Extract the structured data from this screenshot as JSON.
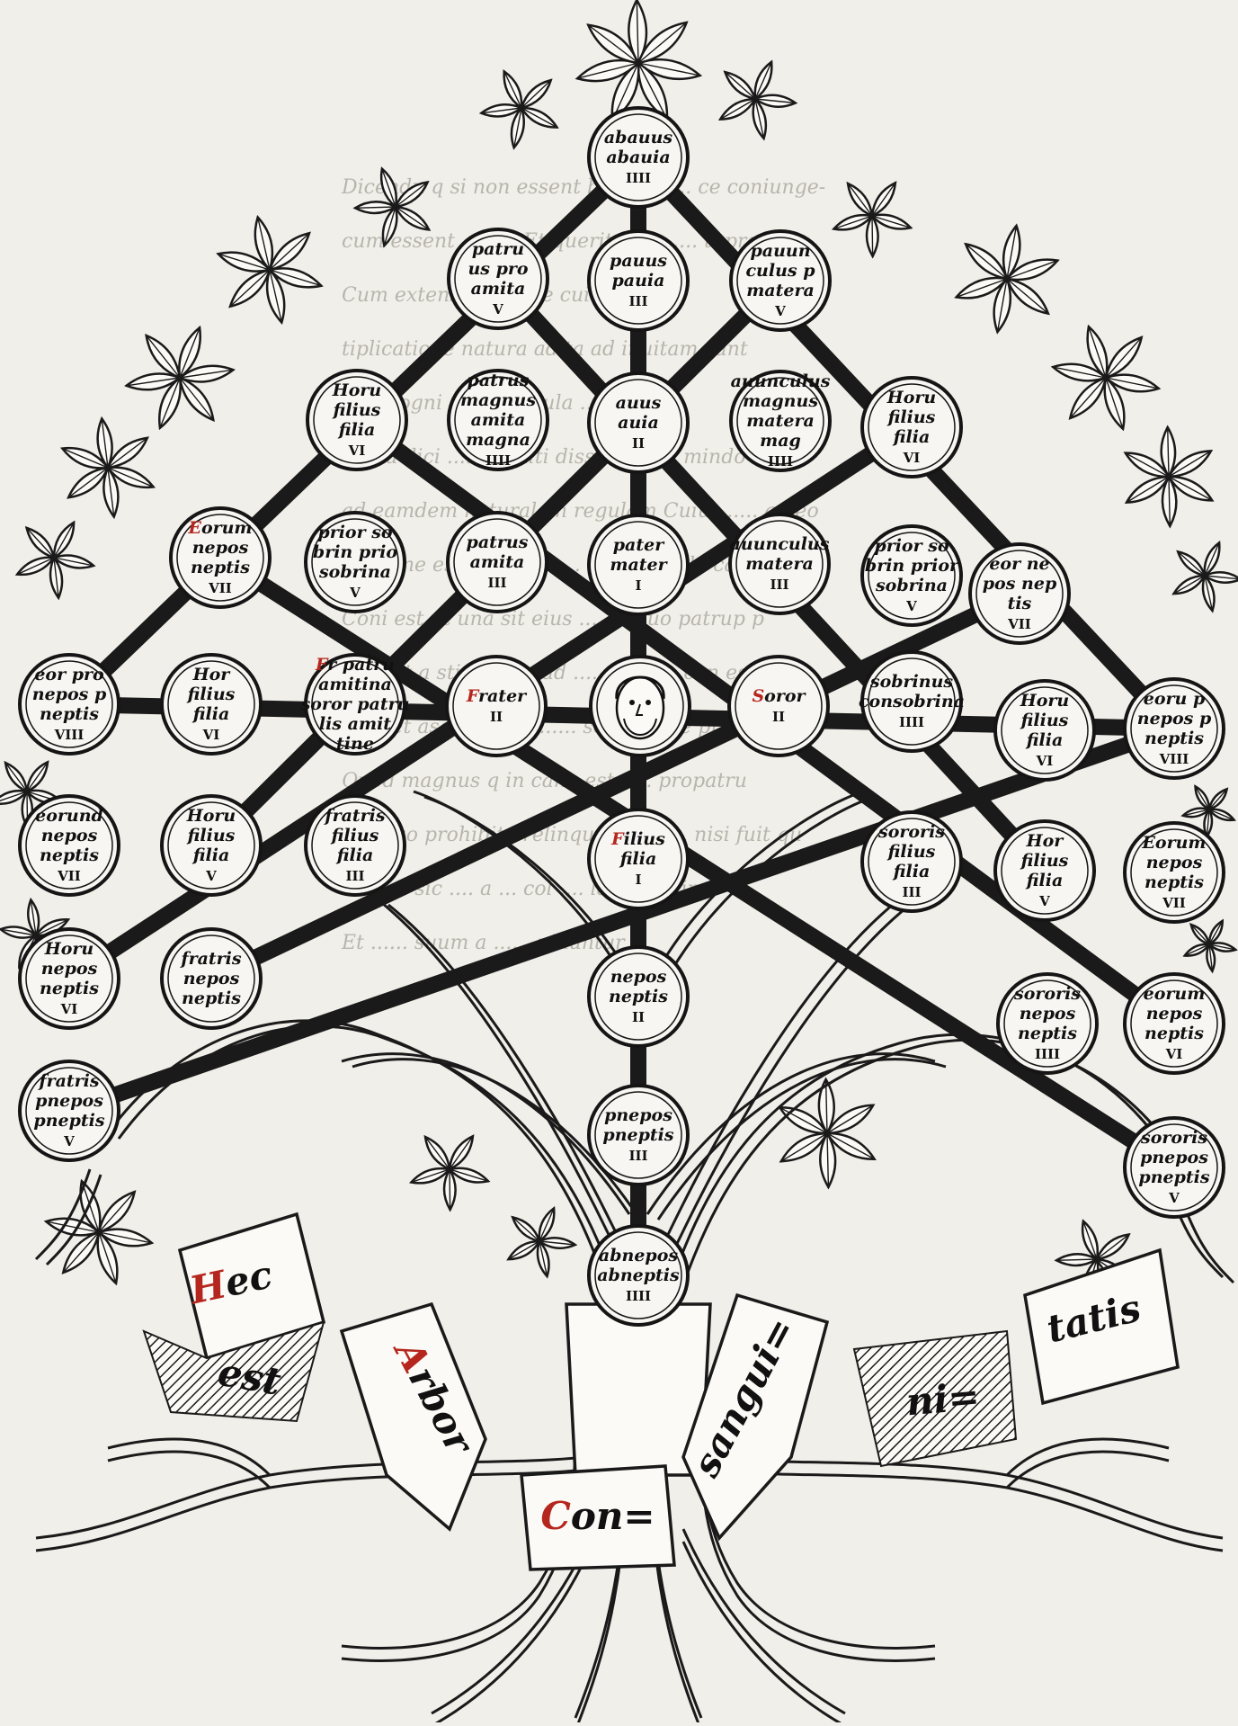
{
  "nodes": [
    {
      "id": "n1",
      "lines": [
        "abauus",
        "abauia"
      ],
      "degree": "IIII"
    },
    {
      "id": "n2",
      "lines": [
        "patru",
        "us pro",
        "amita"
      ],
      "degree": "V"
    },
    {
      "id": "n3",
      "lines": [
        "pauus",
        "pauia"
      ],
      "degree": "III"
    },
    {
      "id": "n4",
      "lines": [
        "pauun",
        "culus p",
        "matera"
      ],
      "degree": "V"
    },
    {
      "id": "n5",
      "lines": [
        "Horu",
        "filius",
        "filia"
      ],
      "degree": "VI"
    },
    {
      "id": "n6",
      "lines": [
        "patrus",
        "magnus",
        "amita",
        "magna"
      ],
      "degree": "IIII"
    },
    {
      "id": "n7",
      "lines": [
        "auus",
        "auia"
      ],
      "degree": "II"
    },
    {
      "id": "n8",
      "lines": [
        "auunculus",
        "magnus",
        "matera",
        "mag"
      ],
      "degree": "IIII"
    },
    {
      "id": "n9",
      "lines": [
        "Horu",
        "filius",
        "filia"
      ],
      "degree": "VI"
    },
    {
      "id": "n10",
      "lines": [
        "Eorum",
        "nepos",
        "neptis"
      ],
      "degree": "VII"
    },
    {
      "id": "n11",
      "lines": [
        "prior so",
        "brin prio",
        "sobrina"
      ],
      "degree": "V"
    },
    {
      "id": "n12",
      "lines": [
        "patrus",
        "amita"
      ],
      "degree": "III"
    },
    {
      "id": "n13",
      "lines": [
        "pater",
        "mater"
      ],
      "degree": "I"
    },
    {
      "id": "n14",
      "lines": [
        "auunculus",
        "matera"
      ],
      "degree": "III"
    },
    {
      "id": "n15",
      "lines": [
        "prior so",
        "brin prior",
        "sobrina"
      ],
      "degree": "V"
    },
    {
      "id": "n16",
      "lines": [
        "eor ne",
        "pos nep",
        "tis"
      ],
      "degree": "VII"
    },
    {
      "id": "n17",
      "lines": [
        "eor pro",
        "nepos p",
        "neptis"
      ],
      "degree": "VIII"
    },
    {
      "id": "n18",
      "lines": [
        "Hor",
        "filius",
        "filia"
      ],
      "degree": "VI"
    },
    {
      "id": "n19",
      "lines": [
        "Fr patru",
        "amitina",
        "soror patru",
        "lis amit",
        "tine"
      ],
      "degree": ""
    },
    {
      "id": "n20",
      "lines": [
        "Frater"
      ],
      "degree": "II"
    },
    {
      "id": "ego",
      "lines": [],
      "degree": ""
    },
    {
      "id": "n21",
      "lines": [
        "Soror"
      ],
      "degree": "II"
    },
    {
      "id": "n22",
      "lines": [
        "sobrinus",
        "consobrina"
      ],
      "degree": "IIII"
    },
    {
      "id": "n23",
      "lines": [
        "Horu",
        "filius",
        "filia"
      ],
      "degree": "VI"
    },
    {
      "id": "n24",
      "lines": [
        "eoru p",
        "nepos p",
        "neptis"
      ],
      "degree": "VIII"
    },
    {
      "id": "n25",
      "lines": [
        "eorund",
        "nepos",
        "neptis"
      ],
      "degree": "VII"
    },
    {
      "id": "n26",
      "lines": [
        "Horu",
        "filius",
        "filia"
      ],
      "degree": "V"
    },
    {
      "id": "n27",
      "lines": [
        "fratris",
        "filius",
        "filia"
      ],
      "degree": "III"
    },
    {
      "id": "n28",
      "lines": [
        "Filius",
        "filia"
      ],
      "degree": "I"
    },
    {
      "id": "n29",
      "lines": [
        "sororis",
        "filius",
        "filia"
      ],
      "degree": "III"
    },
    {
      "id": "n30",
      "lines": [
        "Hor",
        "filius",
        "filia"
      ],
      "degree": "V"
    },
    {
      "id": "n31",
      "lines": [
        "Eorum",
        "nepos",
        "neptis"
      ],
      "degree": "VII"
    },
    {
      "id": "n32",
      "lines": [
        "Horu",
        "nepos",
        "neptis"
      ],
      "degree": "VI"
    },
    {
      "id": "n33",
      "lines": [
        "fratris",
        "nepos",
        "neptis"
      ],
      "degree": ""
    },
    {
      "id": "n34",
      "lines": [
        "nepos",
        "neptis"
      ],
      "degree": "II"
    },
    {
      "id": "n35",
      "lines": [
        "sororis",
        "nepos",
        "neptis"
      ],
      "degree": "IIII"
    },
    {
      "id": "n36",
      "lines": [
        "eorum",
        "nepos",
        "neptis"
      ],
      "degree": "VI"
    },
    {
      "id": "n37",
      "lines": [
        "fratris",
        "pnepos",
        "pneptis"
      ],
      "degree": "V"
    },
    {
      "id": "n38",
      "lines": [
        "pnepos",
        "pneptis"
      ],
      "degree": "III"
    },
    {
      "id": "n39",
      "lines": [
        "sororis",
        "pnepos",
        "pneptis"
      ],
      "degree": "V"
    },
    {
      "id": "n40",
      "lines": [
        "abnepos",
        "abneptis"
      ],
      "degree": "IIII"
    }
  ],
  "banner": {
    "words": [
      "Hec",
      "est",
      "Arbor",
      "Con=",
      "sangui=",
      "ni=",
      "tatis"
    ]
  },
  "bleed_text": [
    "Dicendu q si non essent bestie ...... ce coniunge-",
    "cum essent ..... e. Et queritur .. ...... ti propo",
    "Cum extensi ........ de cui ... mul-",
    "tiplicatione natura adita ad inuitam sunt",
    "qu in ogni quasi regula ..... sit in",
    "modu dici ....... multi dissonant in mindo",
    "ad eamdem naturalem regulam Cuius ..... a beo",
    "suppone est que sunt ... papa regule caste q",
    "Coni est ut una sit eius ..... a quo patrup p",
    "inuenit a stirpe sua ad ........ mixe con est pres",
    "sunt et ascendenti ....... sentiat. De primo",
    "Quod magnus q in cana est ..... propatru",
    "ad ergo prohibito relinquuntur ..... nisi fuit qu",
    "est uel sic .... a ... col .... lace nomine",
    "Et ...... suum a ...... ninuntur"
  ]
}
